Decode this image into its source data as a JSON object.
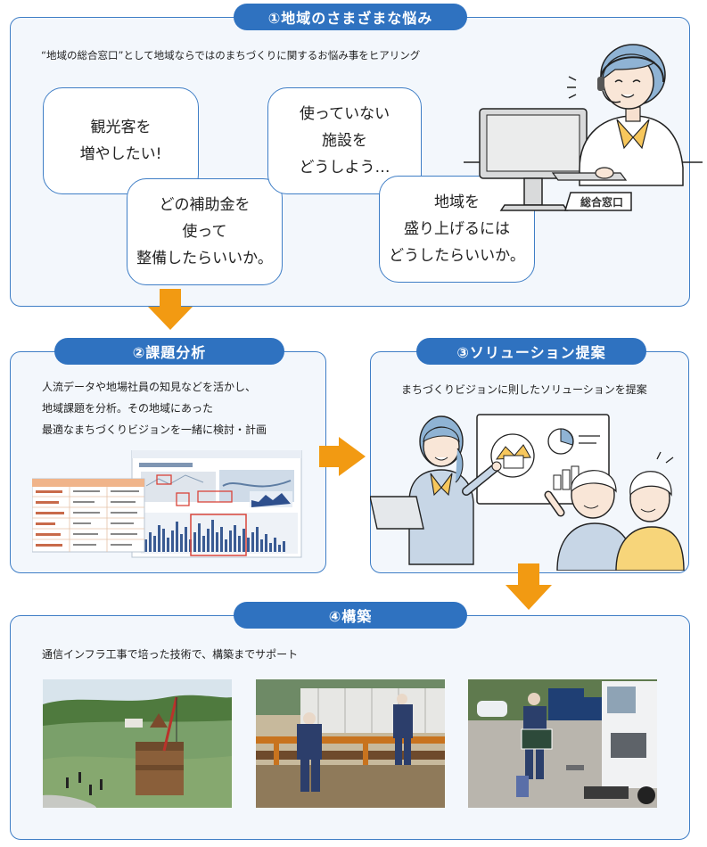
{
  "step1": {
    "title": "①地域のさまざまな悩み",
    "description": "“地域の総合窓口”として地域ならではのまちづくりに関するお悩み事をヒアリング",
    "bubbles": [
      "観光客を\n増やしたい!",
      "どの補助金を\n使って\n整備したらいいか。",
      "使っていない\n施設を\nどうしよう…",
      "地域を\n盛り上げるには\nどうしたらいいか。"
    ],
    "desk_sign": "総合窓口"
  },
  "step2": {
    "title": "②課題分析",
    "description_lines": [
      "人流データや地場社員の知見などを活かし、",
      "地域課題を分析。その地域にあった",
      "最適なまちづくりビジョンを一緒に検討・計画"
    ]
  },
  "step3": {
    "title": "③ソリューション提案",
    "description": "まちづくりビジョンに則したソリューションを提案"
  },
  "step4": {
    "title": "④構築",
    "description": "通信インフラ工事で培った技術で、構築までサポート"
  },
  "colors": {
    "panel_border": "#3f7ec6",
    "panel_bg": "#f3f7fc",
    "pill_bg": "#2f72c0",
    "arrow": "#f29a12"
  }
}
